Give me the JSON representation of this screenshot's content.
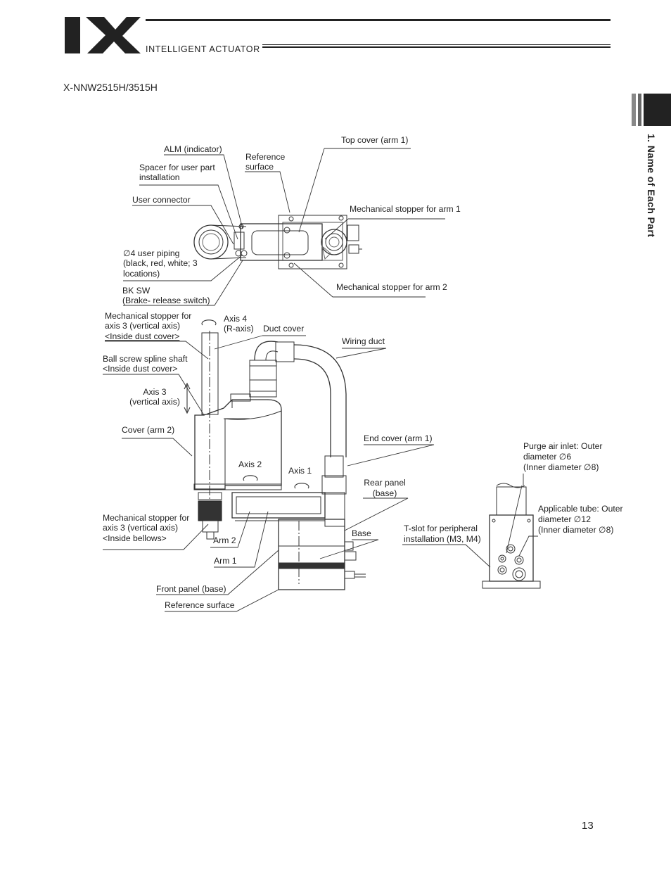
{
  "header": {
    "brand": "INTELLIGENT ACTUATOR",
    "model": "X-NNW2515H/3515H"
  },
  "side_tab": {
    "title": "1. Name of Each  Part"
  },
  "labels": {
    "alm": "ALM (indicator)",
    "spacer_1": "Spacer for user part",
    "spacer_2": "installation",
    "ref_surface_top_1": "Reference",
    "ref_surface_top_2": "surface",
    "top_cover": "Top cover (arm 1)",
    "user_connector": "User connector",
    "mech_stop_arm1": "Mechanical stopper for arm 1",
    "user_piping_1": "∅4 user piping",
    "user_piping_2": "(black, red, white; 3",
    "user_piping_3": "locations)",
    "mech_stop_arm2": "Mechanical stopper for arm 2",
    "bksw_1": "BK SW",
    "bksw_2": "(Brake- release switch)",
    "mech_stop_axis3_top_1": "Mechanical stopper for",
    "mech_stop_axis3_top_2": "axis 3 (vertical axis)",
    "mech_stop_axis3_top_3": "<Inside dust cover>",
    "axis4_1": "Axis 4",
    "axis4_2": "(R-axis)",
    "duct_cover": "Duct cover",
    "wiring_duct": "Wiring duct",
    "ball_screw_1": "Ball screw spline shaft",
    "ball_screw_2": "<Inside dust cover>",
    "axis3_1": "Axis 3",
    "axis3_2": "(vertical axis)",
    "cover_arm2": "Cover (arm 2)",
    "end_cover": "End cover (arm 1)",
    "axis2": "Axis 2",
    "axis1": "Axis 1",
    "rear_panel_1": "Rear panel",
    "rear_panel_2": "(base)",
    "purge_1": "Purge air inlet: Outer",
    "purge_2": "diameter ∅6",
    "purge_3": "(Inner diameter ∅8)",
    "applicable_1": "Applicable tube: Outer",
    "applicable_2": "diameter ∅12",
    "applicable_3": "(Inner diameter ∅8)",
    "mech_stop_axis3_bot_1": "Mechanical stopper for",
    "mech_stop_axis3_bot_2": "axis 3 (vertical axis)",
    "mech_stop_axis3_bot_3": "<Inside bellows>",
    "arm2": "Arm 2",
    "base": "Base",
    "tslot_1": "T-slot for peripheral",
    "tslot_2": "installation (M3, M4)",
    "arm1": "Arm 1",
    "front_panel": "Front panel (base)",
    "ref_surface_bot": "Reference surface"
  },
  "footer": {
    "page_number": "13"
  }
}
